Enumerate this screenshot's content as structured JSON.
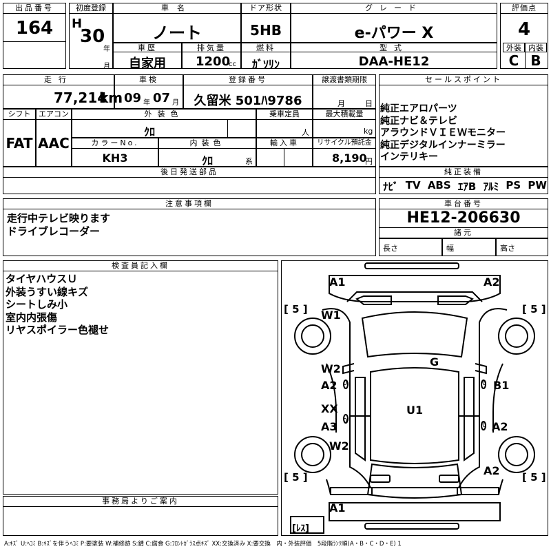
{
  "lot": {
    "label": "出品番号",
    "value": "164"
  },
  "first_reg": {
    "label": "初度登録",
    "era": "H",
    "year": "30",
    "year_unit": "年",
    "month": "",
    "month_unit": "月"
  },
  "car_name": {
    "label": "車名",
    "value": "ノート"
  },
  "door": {
    "label": "ドア形状",
    "value": "5HB"
  },
  "grade": {
    "label": "グレード",
    "value": "e-パワー X"
  },
  "rating": {
    "label": "評価点",
    "value": "4",
    "ext_label": "外装",
    "int_label": "内装",
    "ext_value": "C",
    "int_value": "B"
  },
  "history": {
    "label": "車歴",
    "value": "自家用"
  },
  "displacement": {
    "label": "排気量",
    "value": "1200",
    "unit": "cc"
  },
  "fuel": {
    "label": "燃料",
    "value": "ｶﾞｿﾘﾝ"
  },
  "model": {
    "label": "型式",
    "value": "DAA-HE12"
  },
  "mileage": {
    "label": "走行",
    "value": "77,214",
    "unit": "km"
  },
  "inspection": {
    "label": "車検",
    "year": "09",
    "year_unit": "年",
    "month": "07",
    "month_unit": "月"
  },
  "registration": {
    "label": "登録番号",
    "value": "久留米 501ﾊ9786"
  },
  "transfer_doc": {
    "label": "譲渡書類期限",
    "month_unit": "月",
    "day_unit": "日"
  },
  "shift": {
    "label": "シフト",
    "value": "FAT"
  },
  "aircon": {
    "label": "エアコン",
    "value": "AAC"
  },
  "ext_color": {
    "label": "外装色",
    "value": "ｸﾛ"
  },
  "capacity": {
    "label": "乗車定員",
    "unit": "人"
  },
  "max_load": {
    "label": "最大積載量",
    "unit": "kg"
  },
  "color_no": {
    "label": "カラーNo.",
    "value": "KH3"
  },
  "int_color": {
    "label": "内装色",
    "value": "ｸﾛ",
    "unit": "系"
  },
  "import": {
    "label": "輸入車"
  },
  "recycle": {
    "label": "リサイクル預託金",
    "value": "8,190",
    "unit": "円"
  },
  "sales_points": {
    "label": "セールスポイント",
    "items": [
      "純正エアロパーツ",
      "純正ナビ＆テレビ",
      "アラウンドＶＩＥＷモニター",
      "純正デジタルインナーミラー",
      "インテリキー"
    ]
  },
  "later_parts": {
    "label": "後日発送部品"
  },
  "equipment": {
    "label": "純正装備",
    "items": [
      "ﾅﾋﾞ",
      "TV",
      "ABS",
      "ｴｱB",
      "ｱﾙﾐ",
      "PS",
      "PW"
    ]
  },
  "notes": {
    "label": "注意事項欄",
    "items": [
      "走行中テレビ映ります",
      "ドライブレコーダー"
    ]
  },
  "chassis": {
    "label": "車台番号",
    "value": "HE12-206630",
    "dims_label": "諸元",
    "length": "長さ",
    "width": "幅",
    "height": "高さ"
  },
  "inspector": {
    "label": "検査員記入欄",
    "items": [
      "タイヤハウスＵ",
      "外装うすい線キズ",
      "シートしみ小",
      "室内内張傷",
      "リヤスポイラー色褪せ"
    ]
  },
  "office": {
    "label": "事務局よりご案内"
  },
  "diagram": {
    "marks": {
      "front_left": "A1",
      "front_right": "A2",
      "w1": "W1",
      "w2_upper": "W2",
      "a2_left": "A2",
      "xx": "XX",
      "a3": "A3",
      "w2_lower": "W2",
      "glass": "G",
      "roof": "U1",
      "b1": "B1",
      "a2_right_rear": "A2",
      "a2_rear_corner": "A2",
      "rear_a1": "A1"
    },
    "tire_fl": "[ 5 ]",
    "tire_fr": "[ 5 ]",
    "tire_rl": "[ 5 ]",
    "tire_rr": "[ 5 ]",
    "spare": "[ﾚｽ]",
    "grade_a": "0",
    "grade_b": "0",
    "grade_c": "0",
    "grade_d": "0"
  },
  "legend": "A:ｷｽﾞ U:ﾍｺﾐ B:ｷｽﾞを伴うﾍｺﾐ P:要塗装 W:補修跡 S:錆 C:腐食 G:ﾌﾛﾝﾄｶﾞﾗｽ点ｷｽﾞ XX:交換済み X:要交換　内・外装評価　5段階ﾗﾝｸ順(A・B・C・D・E) 1"
}
